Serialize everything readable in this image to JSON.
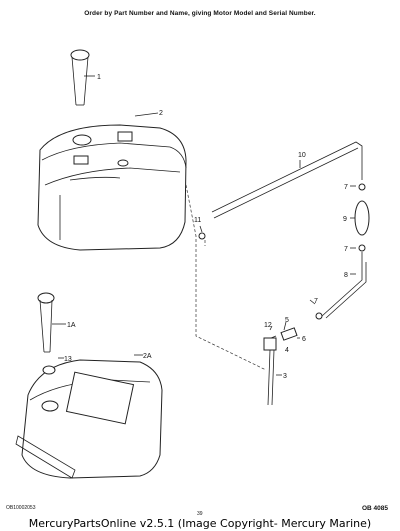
{
  "header": {
    "note": "Order by Part Number and Name, giving Motor Model and Serial Number."
  },
  "callouts": {
    "c1": "1",
    "c2": "2",
    "c1a": "1A",
    "c2a": "2A",
    "c3": "3",
    "c4": "4",
    "c5": "5",
    "c6": "6",
    "c7a": "7",
    "c7b": "7",
    "c7c": "7",
    "c8": "8",
    "c9": "9",
    "c10": "10",
    "c11": "11",
    "c12": "12",
    "c13": "13"
  },
  "footer": {
    "doc_code": "OB10002053",
    "page_number": "39",
    "ref_code": "OB 4085",
    "caption": "MercuryPartsOnline v2.5.1 (Image Copyright- Mercury Marine)"
  }
}
